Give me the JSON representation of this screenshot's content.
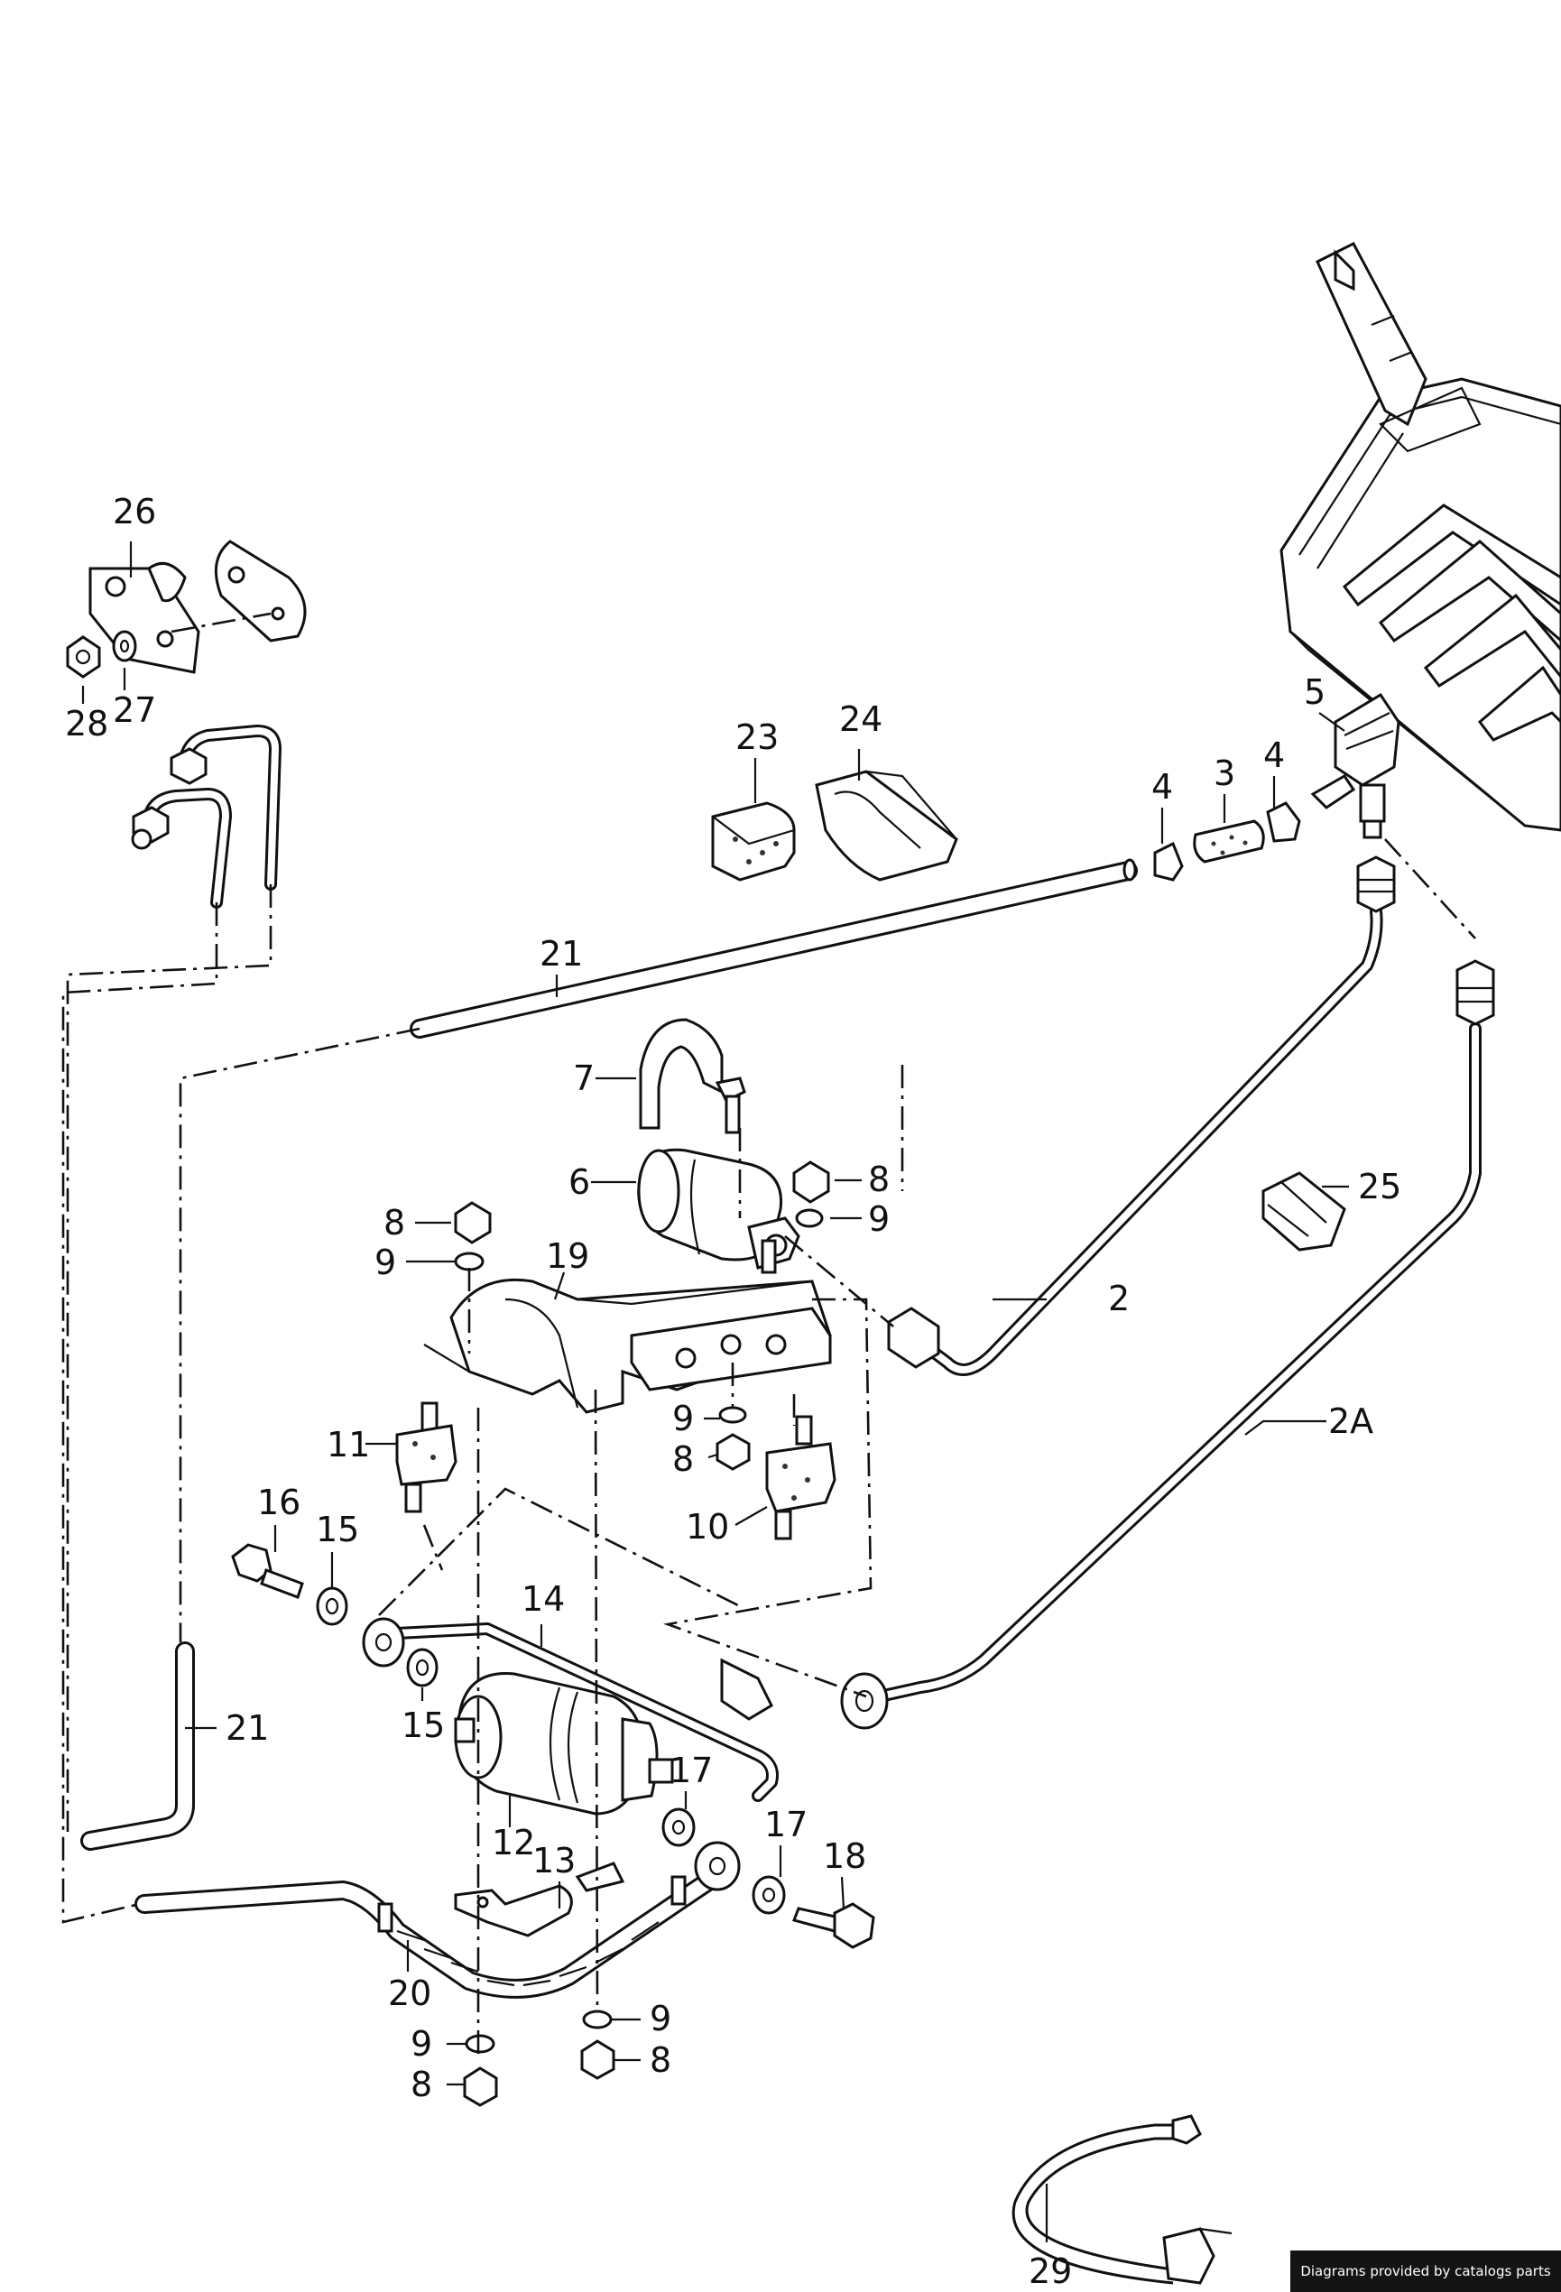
{
  "labels": {
    "l26": "26",
    "l28": "28",
    "l27": "27",
    "l23": "23",
    "l24": "24",
    "l5": "5",
    "l4a": "4",
    "l3": "3",
    "l4b": "4",
    "l21a": "21",
    "l7": "7",
    "l6": "6",
    "l8a": "8",
    "l9a": "9",
    "l8b": "8",
    "l9b": "9",
    "l19": "19",
    "l2": "2",
    "l25": "25",
    "l11": "11",
    "l9c": "9",
    "l8c": "8",
    "l10": "10",
    "l2A": "2A",
    "l16": "16",
    "l15a": "15",
    "l14": "14",
    "l15b": "15",
    "l21b": "21",
    "l17a": "17",
    "l12": "12",
    "l17b": "17",
    "l18": "18",
    "l13": "13",
    "l20": "20",
    "l9d": "9",
    "l9e": "9",
    "l8d": "8",
    "l8e": "8",
    "l29": "29"
  },
  "footer": {
    "credit": "Diagrams provided by catalogs parts"
  }
}
